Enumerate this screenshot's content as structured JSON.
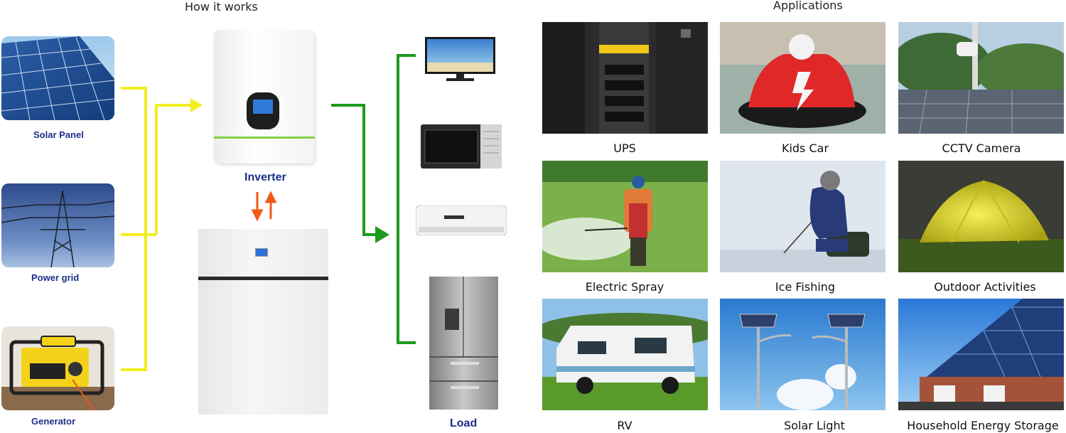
{
  "how_it_works": {
    "title": "How it works",
    "sources": [
      {
        "label": "Solar Panel",
        "icon": "solar-panel-icon"
      },
      {
        "label": "Power grid",
        "icon": "power-tower-icon"
      },
      {
        "label": "Generator",
        "icon": "generator-icon"
      }
    ],
    "inverter_label": "Inverter",
    "load_label": "Load",
    "loads": [
      "tv-icon",
      "microwave-icon",
      "air-conditioner-icon",
      "refrigerator-icon"
    ],
    "colors": {
      "input_line": "#f2ee1e",
      "output_line": "#1e9a1e",
      "bidirectional_arrows": "#f05a14",
      "label": "#1a2f8a"
    }
  },
  "applications": {
    "title": "Applications",
    "items": [
      {
        "label": "UPS"
      },
      {
        "label": "Kids Car"
      },
      {
        "label": "CCTV Camera"
      },
      {
        "label": "Electric Spray"
      },
      {
        "label": "Ice Fishing"
      },
      {
        "label": "Outdoor Activities"
      },
      {
        "label": "RV"
      },
      {
        "label": "Solar Light"
      },
      {
        "label": "Household Energy Storage"
      }
    ]
  }
}
